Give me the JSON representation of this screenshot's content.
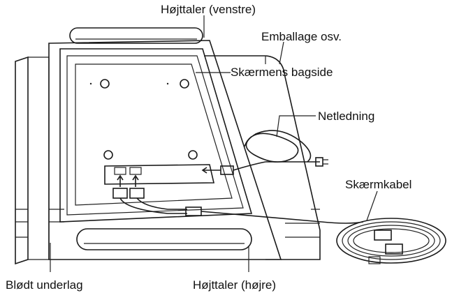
{
  "labels": {
    "left_speaker": "Højttaler (venstre)",
    "packaging": "Emballage osv.",
    "screen_back": "Skærmens bagside",
    "power_cord": "Netledning",
    "display_cable": "Skærmkabel",
    "soft_underlay": "Blødt underlag",
    "right_speaker": "Højttaler (højre)"
  }
}
